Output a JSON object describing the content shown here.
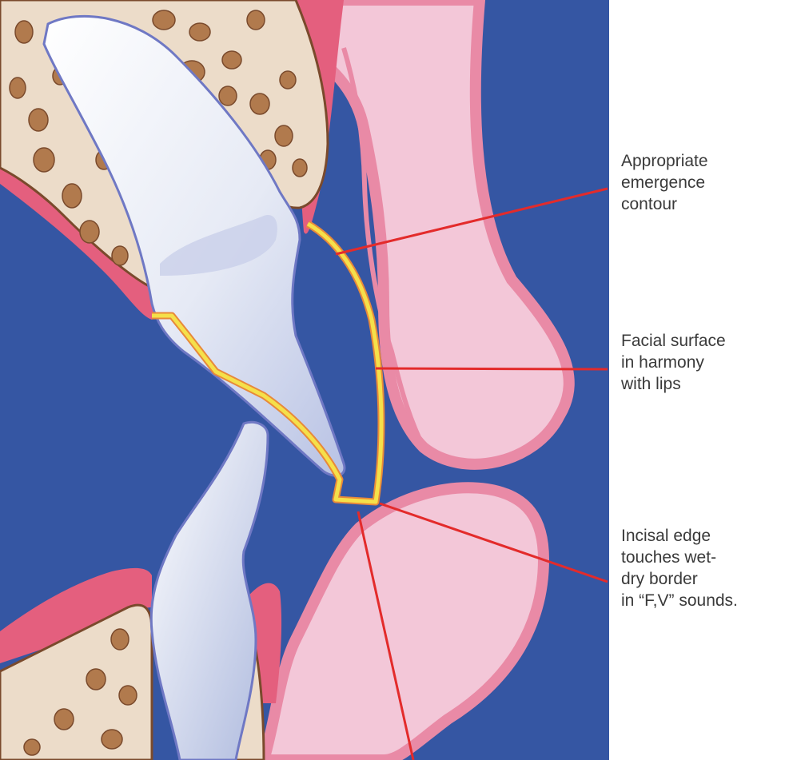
{
  "figure": {
    "colors": {
      "background": "#3556a3",
      "lip": "#f3c7d8",
      "lip_border": "#e98aa6",
      "gingiva": "#e45f7e",
      "bone": "#ecdcc9",
      "bone_outline": "#7a4a2c",
      "bone_pore": "#b17a4d",
      "tooth": "#e8ecf6",
      "tooth_outline": "#6f78c4",
      "crown_outline": "#f5e04a",
      "crown_outline_edge": "#e8893a",
      "leader": "#e32b2b"
    }
  },
  "labels": {
    "emergence": [
      "Appropriate",
      "emergence",
      "contour"
    ],
    "facial": [
      "Facial surface",
      "in harmony",
      "with lips"
    ],
    "incisal": [
      "Incisal edge",
      "touches wet-",
      "dry border",
      "in “F,V” sounds."
    ]
  }
}
